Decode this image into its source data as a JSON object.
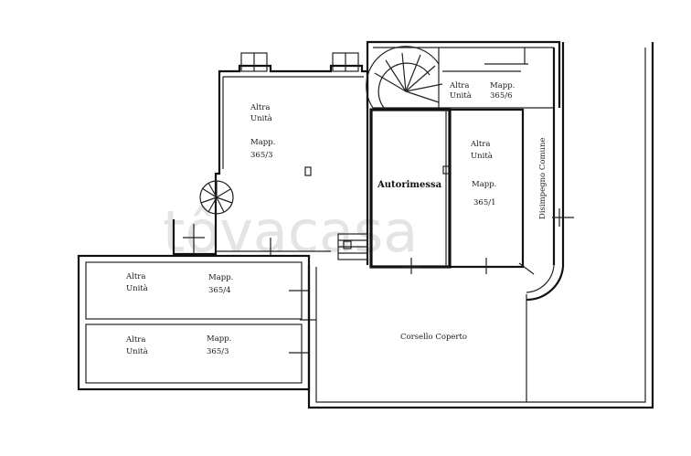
{
  "watermark": "tôvacasa",
  "rooms": {
    "altra_unita_top": {
      "line1": "Altra",
      "line2": "Unità",
      "mapp": "Mapp.",
      "num": "365/3"
    },
    "altra_unita_stair": {
      "line1": "Altra",
      "line2": "Unità",
      "mapp": "Mapp.",
      "num": "365/6"
    },
    "autorimessa": {
      "label": "Autorimessa"
    },
    "altra_unita_right": {
      "line1": "Altra",
      "line2": "Unità",
      "mapp": "Mapp.",
      "num": "365/1"
    },
    "disimpegno": {
      "label": "Disimpegno Comune"
    },
    "altra_unita_left1": {
      "line1": "Altra",
      "line2": "Unità",
      "mapp": "Mapp.",
      "num": "365/4"
    },
    "altra_unita_left2": {
      "line1": "Altra",
      "line2": "Unità",
      "mapp": "Mapp.",
      "num": "365/3"
    },
    "corsello": {
      "label": "Corsello Coperto"
    }
  }
}
